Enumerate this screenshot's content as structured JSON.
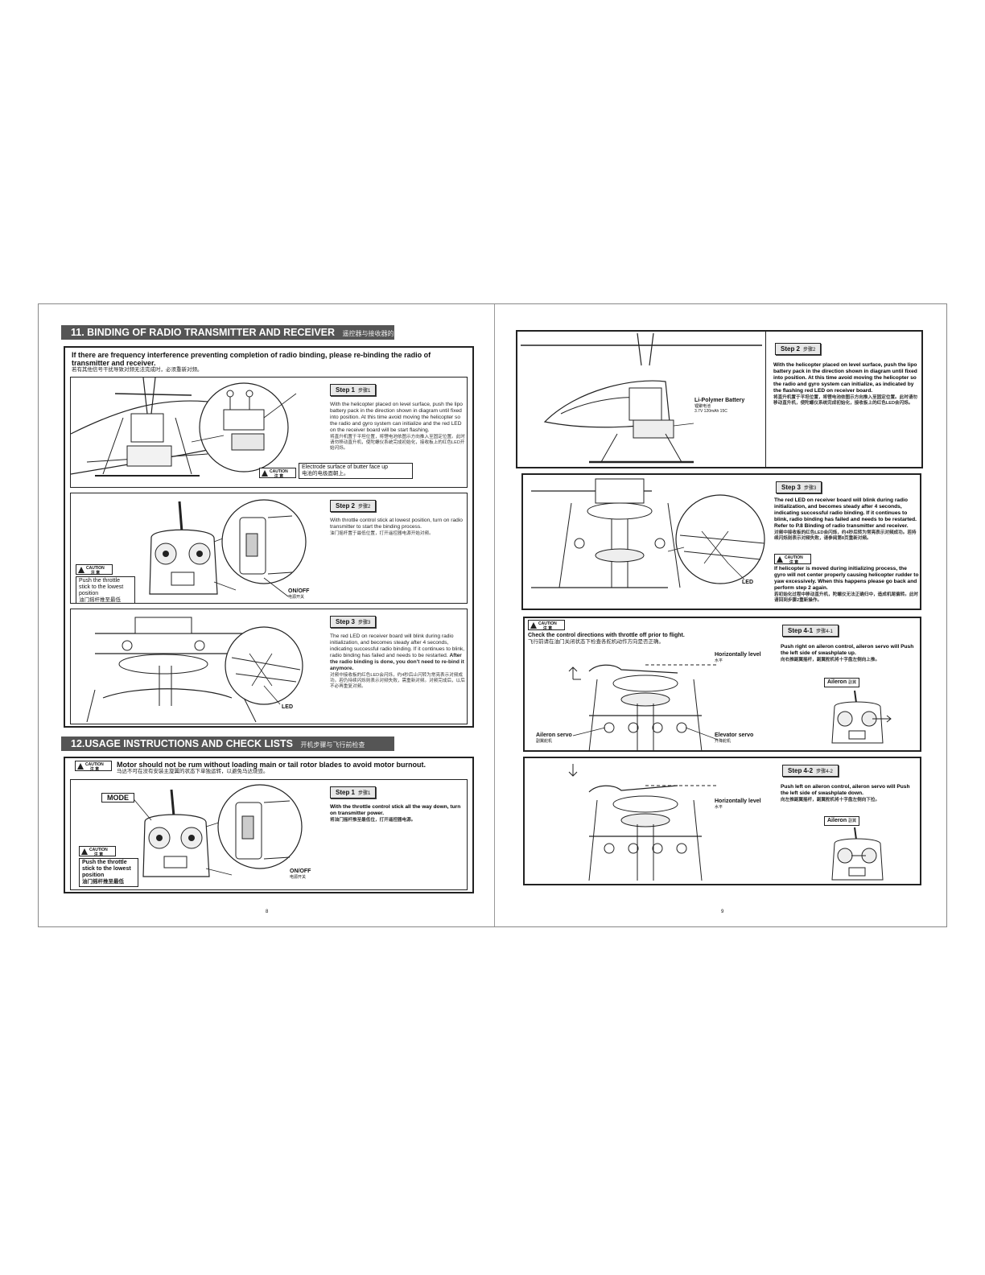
{
  "left_page": {
    "section11": {
      "title": "11. BINDING OF RADIO TRANSMITTER AND RECEIVER",
      "title_cn": "遥控器与接收器的对频",
      "warning": "If there are frequency interference preventing completion of radio binding, please re-binding the radio of transmitter and receiver.",
      "warning_cn": "若有其他信号干扰导致对频无法完成时，必须重新对频。",
      "step1": {
        "label": "Step 1",
        "label_cn": "步骤1",
        "text": "With the helicopter placed on level surface, push the lipo battery pack in the direction shown in diagram until fixed into position. At this time avoid moving the helicopter so the radio and gyro system can initialize and the red LED on the receiver board will be start flashing.",
        "text_cn": "将直升机置于平坦位置，将锂电池依图示方向推入至固定位置。此时请勿移动直升机，使陀螺仪系统完成初始化，接收板上的红色LED开始闪烁。",
        "caution_label": "CAUTION",
        "caution_label_cn": "注 意",
        "caution_text": "Electrode surface of butter face up",
        "caution_text_cn": "电池的电极面朝上。"
      },
      "step2": {
        "label": "Step 2",
        "label_cn": "步骤2",
        "text": "With throttle control stick at lowest position, turn on radio transmitter to start the binding process.",
        "text_cn": "油门摇杆置于最低位置，打开遥控器电源开始对频。",
        "caution_label": "CAUTION",
        "caution_label_cn": "注 意",
        "caution_text": "Push the throttle stick to the lowest position",
        "caution_text_cn": "油门摇杆推至最低",
        "onoff": "ON/OFF",
        "onoff_cn": "电源开关"
      },
      "step3": {
        "label": "Step 3",
        "label_cn": "步骤3",
        "text": "The red LED on receiver board will blink during radio initialization, and becomes steady after 4 seconds, indicating successful radio binding. If it continues to blink, radio binding has failed and needs to be restarted.",
        "text_bold": "After the radio binding is done, you don't need to re-bind it anymore.",
        "text_cn": "对频中接收板的红色LED会闪烁，约4秒后止闪转为常亮表示对频成功。若仍持续闪烁则表示对频失败，需重新对频。对频完成后，以后不必再重复对频。",
        "led": "LED"
      }
    },
    "section12": {
      "title": "12.USAGE INSTRUCTIONS AND CHECK LISTS",
      "title_cn": "开机步骤与飞行前检查",
      "caution_label": "CAUTION",
      "caution_label_cn": "注 意",
      "warning": "Motor should not be rum without loading main or tail rotor blades to avoid motor burnout.",
      "warning_cn": "马达不可在没有安装主旋翼的状态下单独运转，以避免马达烧毁。",
      "step1": {
        "label": "Step 1",
        "label_cn": "步骤1",
        "text": "With the throttle control stick all the way down, turn on transmitter power.",
        "text_cn": "将油门摇杆推至最低位，打开遥控器电源。",
        "mode": "MODE",
        "caution_label": "CAUTION",
        "caution_label_cn": "注 意",
        "caution_text": "Push the throttle stick to the lowest position",
        "caution_text_cn": "油门摇杆推至最低",
        "onoff": "ON/OFF",
        "onoff_cn": "电源开关"
      }
    },
    "page_number": "8"
  },
  "right_page": {
    "step2": {
      "label": "Step 2",
      "label_cn": "步骤2",
      "text": "With the helicopter placed on level surface, push the lipo battery pack in the direction shown in diagram until fixed into position. At this time avoid moving the helicopter so the radio and gyro system can initialize, as indicated by the flashing red LED on receiver board.",
      "text_cn": "将直升机置于平坦位置，将锂电池依图示方向推入至固定位置。此时请勿移动直升机，使陀螺仪系统完成初始化，接收板上的红色LED会闪烁。",
      "battery": "Li-Polymer Battery",
      "battery_cn": "锂聚电池",
      "battery_spec": "3.7V 120mAh 15C"
    },
    "step3": {
      "label": "Step 3",
      "label_cn": "步骤3",
      "text": "The red LED on receiver board will blink during radio initialization, and becomes steady after 4 seconds, indicating successful radio binding. If it continues to blink, radio binding has failed and needs to be restarted. Refer to P.8 Binding of radio transmitter and receiver.",
      "text_cn": "对频中接收板的红色LED会闪烁，约4秒后转为常亮表示对频成功。若持续闪烁则表示对频失败，请参阅第8页重新对频。",
      "caution_label": "CAUTION",
      "caution_label_cn": "注 意",
      "caution_text": "If helicopter is moved during initializing process, the gyro will not center properly causing helicopter rudder to yaw excessively. When this happens please go back and perform step 2 again.",
      "caution_text_cn": "若初始化过程中移动直升机，陀螺仪无法正确归中，造成机尾偏转。此时请回到步骤2重新操作。",
      "led": "LED"
    },
    "step41": {
      "caution_label": "CAUTION",
      "caution_label_cn": "注 意",
      "check": "Check the control directions with throttle off prior to flight.",
      "check_cn": "飞行前请在油门关闭状态下检查各舵机动作方向是否正确。",
      "label": "Step 4-1",
      "label_cn": "步骤4-1",
      "text": "Push right on aileron control, aileron servo will Push the left side of swashplate up.",
      "text_cn": "向右推副翼摇杆，副翼舵机将十字盘左侧向上推。",
      "level": "Horizontally level",
      "level_cn": "水平",
      "aileron_servo": "Aileron servo",
      "aileron_servo_cn": "副翼舵机",
      "elevator_servo": "Elevator servo",
      "elevator_servo_cn": "升降舵机",
      "aileron": "Aileron",
      "aileron_cn": "副翼"
    },
    "step42": {
      "label": "Step 4-2",
      "label_cn": "步骤4-2",
      "text": "Push left on aileron control, aileron servo will Push the left side of swashplate down.",
      "text_cn": "向左推副翼摇杆，副翼舵机将十字盘左侧向下拉。",
      "level": "Horizontally level",
      "level_cn": "水平",
      "aileron": "Aileron",
      "aileron_cn": "副翼"
    },
    "page_number": "9"
  }
}
